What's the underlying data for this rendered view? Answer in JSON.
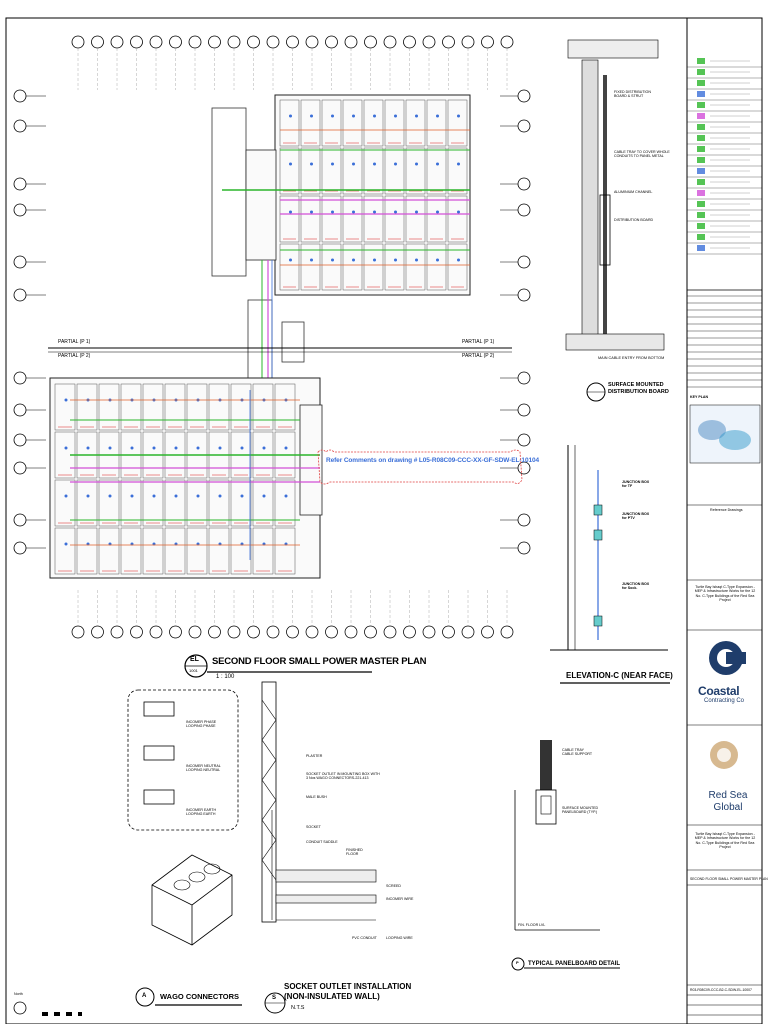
{
  "plan": {
    "title": "SECOND FLOOR SMALL POWER MASTER PLAN",
    "scale": "1 : 100",
    "tag_top": "EL",
    "tag_bottom": "1001",
    "partial_1_left": "PARTIAL (P 1)",
    "partial_2_left": "PARTIAL (P 2)",
    "partial_1_right": "PARTIAL (P 1)",
    "partial_2_right": "PARTIAL (P 2)",
    "comment": "Refer Comments on drawing # L05-R08C09-CCC-XX-GF-SDW-EL-10104"
  },
  "details": {
    "distribution_board_title": "SURFACE MOUNTED\nDISTRIBUTION BOARD",
    "distribution_board_note": "MAIN CABLE ENTRY FROM BOTTOM",
    "elevation_title": "ELEVATION-C (NEAR FACE)",
    "wago_title": "WAGO CONNECTORS",
    "wago_tag": "A",
    "socket_title": "SOCKET OUTLET INSTALLATION\n(NON-INSULATED WALL)",
    "socket_tag": "S",
    "socket_scale": "N.T.S",
    "panelboard_title": "TYPICAL PANELBOARD DETAIL",
    "panelboard_tag": "P",
    "socket_labels": [
      "PLASTER",
      "SOCKET OUTLET IN MOUNTING BOX WITH\n3 Nos WAGO CONNECTORS-221-413",
      "MALE BUSH",
      "SOCKET",
      "CONDUIT SADDLE",
      "FINISHED\nFLOOR",
      "SCREED",
      "INCOMER WIRE",
      "PVC CONDUIT",
      "LOOPING WIRE"
    ],
    "wago_labels": [
      "INCOMER PHASE\nLOOPING PHASE",
      "INCOMER NEUTRAL\nLOOPING NEUTRAL",
      "INCOMER EARTH\nLOOPING EARTH"
    ],
    "elevation_labels": [
      "JUNCTION BOX\nfor TF",
      "JUNCTION BOX\nfor PTV",
      "JUNCTION BOX\nfor Sock."
    ],
    "panel_labels": [
      "CABLE TRAY\nCABLE SUPPORT",
      "SURFACE MOUNTED\nPANELBOARD (TYP.)",
      "FIN. FLOOR LVL"
    ],
    "db_labels": [
      "FIXED DISTRIBUTION\nBOARD & STRUT",
      "CABLE TRAY TO COVER WHOLE\nCONDUITS TO PANEL METAL",
      "ALUMINIUM CHANNEL",
      "DISTRIBUTION BOARD"
    ]
  },
  "title_block": {
    "company": "Coastal",
    "company_sub": "Contracting Co",
    "client_line1": "Red Sea",
    "client_line2": "Global",
    "project_desc": "Turtle Bay Ishaqt C-Type Expansion - MEP & Infrastructure Works for the 12 No. C-Type Buildings of the Red Sea Project",
    "drawing_title": "SECOND FLOOR SMALL POWER MASTER PLAN",
    "drawing_number": "R03-R08C09-CCC-B2-C-SDW-EL-10007",
    "reference_heading": "Reference Drawings",
    "key_plan": "KEY PLAN",
    "north": "North"
  },
  "grid": {
    "top_bubbles": 23,
    "left_bubbles": 12,
    "right_bubbles": 12
  }
}
